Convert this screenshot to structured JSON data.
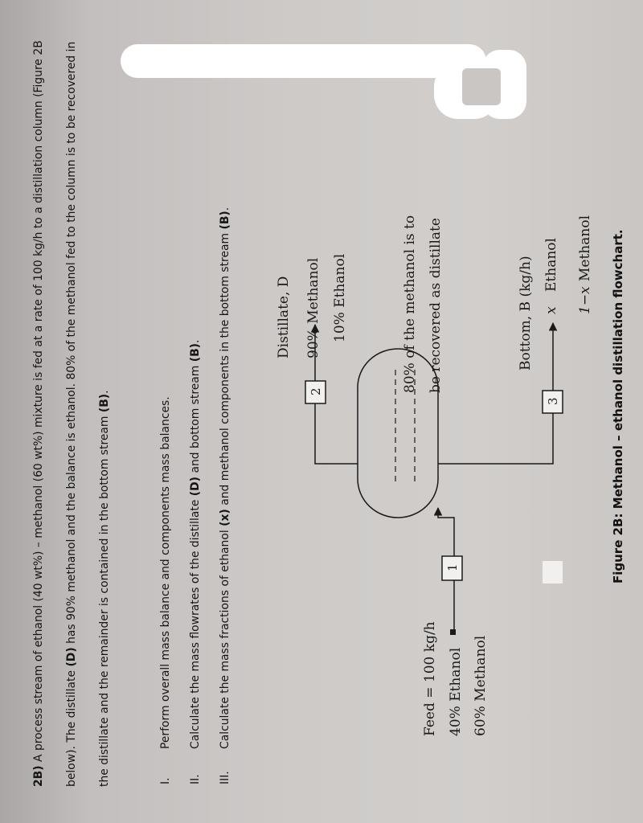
{
  "question": {
    "label": "2B)",
    "paragraph": [
      " A process stream of ethanol (40 wt%) – methanol (60 wt%) mixture is fed at a rate of 100 kg/h to a distillation column (Figure 2B below). The distillate ",
      "(D)",
      " has 90% methanol and the balance is ethanol. 80% of the methanol fed to the column is to be recovered in the distillate and the remainder is contained in the bottom stream ",
      "(B)",
      "."
    ],
    "items": [
      {
        "num": "I.",
        "parts": [
          "Perform overall mass balance and components mass balances."
        ]
      },
      {
        "num": "II.",
        "parts": [
          "Calculate the mass flowrates of the distillate ",
          "(D)",
          " and bottom stream ",
          "(B)",
          "."
        ]
      },
      {
        "num": "III.",
        "parts": [
          "Calculate the mass fractions of ethanol ",
          "(x)",
          " and methanol components in the bottom stream ",
          "(B)",
          "."
        ]
      }
    ]
  },
  "flowchart": {
    "feed": [
      "Feed = 100 kg/h",
      "40% Ethanol",
      "60% Methanol"
    ],
    "distillate": [
      "Distillate, D",
      "90% Methanol",
      "10% Ethanol"
    ],
    "recovery_note": [
      "80% of the methanol is to",
      "be recovered as distillate"
    ],
    "bottom": [
      "Bottom, B (kg/h)",
      "x",
      "Ethanol",
      "1−x",
      "Methanol"
    ],
    "stream_numbers": [
      "1",
      "2",
      "3"
    ]
  },
  "caption": "Figure 2B: Methanol – ethanol distillation flowchart."
}
